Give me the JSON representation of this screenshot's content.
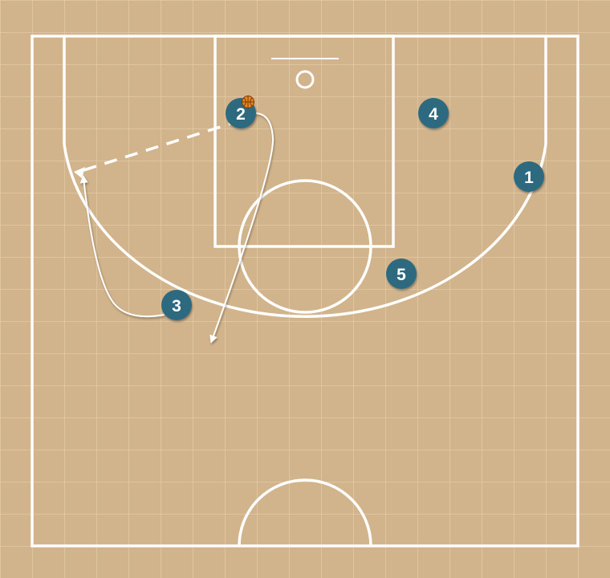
{
  "court": {
    "floor_color": "#d2b48c",
    "grid_color": "#e6ceac",
    "line_color": "#ffffff"
  },
  "players": [
    {
      "number": "1",
      "color": "#2f6b7f"
    },
    {
      "number": "2",
      "color": "#2f6b7f",
      "has_ball": true
    },
    {
      "number": "3",
      "color": "#2f6b7f"
    },
    {
      "number": "4",
      "color": "#2f6b7f"
    },
    {
      "number": "5",
      "color": "#2f6b7f"
    }
  ],
  "ball": {
    "icon": "basketball-icon",
    "color": "#e8871e"
  },
  "actions": [
    {
      "type": "pass",
      "from": "2",
      "style": "dashed"
    },
    {
      "type": "cut",
      "player": "3",
      "style": "curved-arrow"
    },
    {
      "type": "cut",
      "player": "2",
      "style": "curved-arrow"
    }
  ]
}
